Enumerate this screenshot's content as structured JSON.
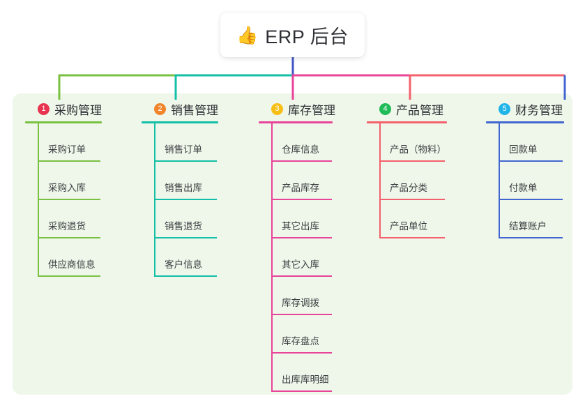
{
  "root": {
    "icon": "thumbs-up-emoji",
    "emoji": "👍",
    "title": "ERP 后台"
  },
  "theme": {
    "panel_background": "#eef7ea",
    "page_background": "#ffffff",
    "root_stem_color": "#4355c7",
    "text_color": "#2f3035"
  },
  "columns": [
    {
      "index": "1",
      "badge_color": "#e8344e",
      "line_color": "#7ac142",
      "title": "采购管理",
      "items": [
        {
          "label": "采购订单"
        },
        {
          "label": "采购入库"
        },
        {
          "label": "采购退货"
        },
        {
          "label": "供应商信息"
        }
      ]
    },
    {
      "index": "2",
      "badge_color": "#f0852c",
      "line_color": "#13bfa6",
      "title": "销售管理",
      "items": [
        {
          "label": "销售订单"
        },
        {
          "label": "销售出库"
        },
        {
          "label": "销售退货"
        },
        {
          "label": "客户信息"
        }
      ]
    },
    {
      "index": "3",
      "badge_color": "#f7bf16",
      "line_color": "#e8449a",
      "title": "库存管理",
      "items": [
        {
          "label": "仓库信息"
        },
        {
          "label": "产品库存"
        },
        {
          "label": "其它出库"
        },
        {
          "label": "其它入库"
        },
        {
          "label": "库存调拨"
        },
        {
          "label": "库存盘点"
        },
        {
          "label": "出库库明细"
        }
      ]
    },
    {
      "index": "4",
      "badge_color": "#1fbb57",
      "line_color": "#f4606c",
      "title": "产品管理",
      "items": [
        {
          "label": "产品（物料）"
        },
        {
          "label": "产品分类"
        },
        {
          "label": "产品单位"
        }
      ]
    },
    {
      "index": "5",
      "badge_color": "#21b4e8",
      "line_color": "#4265cf",
      "title": "财务管理",
      "items": [
        {
          "label": "回款单"
        },
        {
          "label": "付款单"
        },
        {
          "label": "结算账户"
        }
      ]
    }
  ]
}
